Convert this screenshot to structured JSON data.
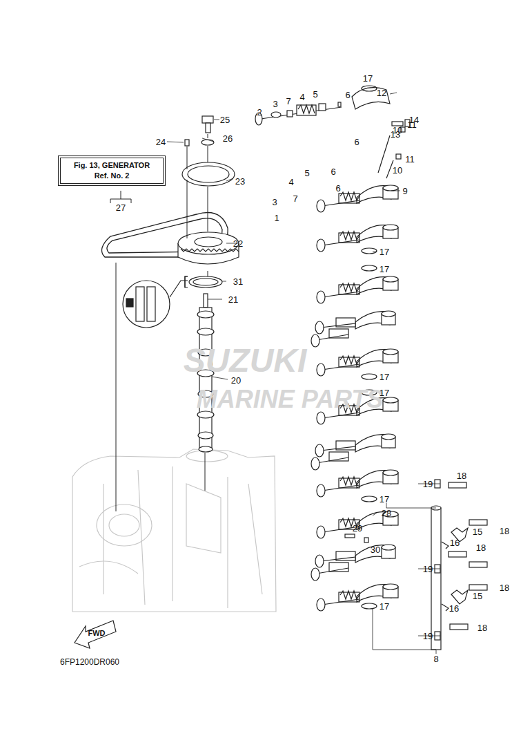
{
  "diagram": {
    "nodes": [
      {
        "text": [
          "Fig. 13, GENERATOR Ref. No. 2"
        ]
      }
    ],
    "labels": [
      "17",
      "12",
      "6",
      "2",
      "3",
      "7",
      "4",
      "5",
      "25",
      "14",
      "13",
      "6",
      "24",
      "26",
      "10",
      "11",
      "10",
      "11",
      "6",
      "5",
      "6",
      "9",
      "23",
      "4",
      "7",
      "3",
      "1",
      "27",
      "22",
      "17",
      "17",
      "31",
      "21",
      "20",
      "17",
      "17",
      "17",
      "28",
      "29",
      "30",
      "19",
      "18",
      "15",
      "16",
      "18",
      "18",
      "19",
      "18",
      "15",
      "16",
      "17",
      "18",
      "19",
      "8",
      "FWD",
      "6FP1200DR060",
      "SUZUKI",
      "MARINE PARTS"
    ]
  }
}
